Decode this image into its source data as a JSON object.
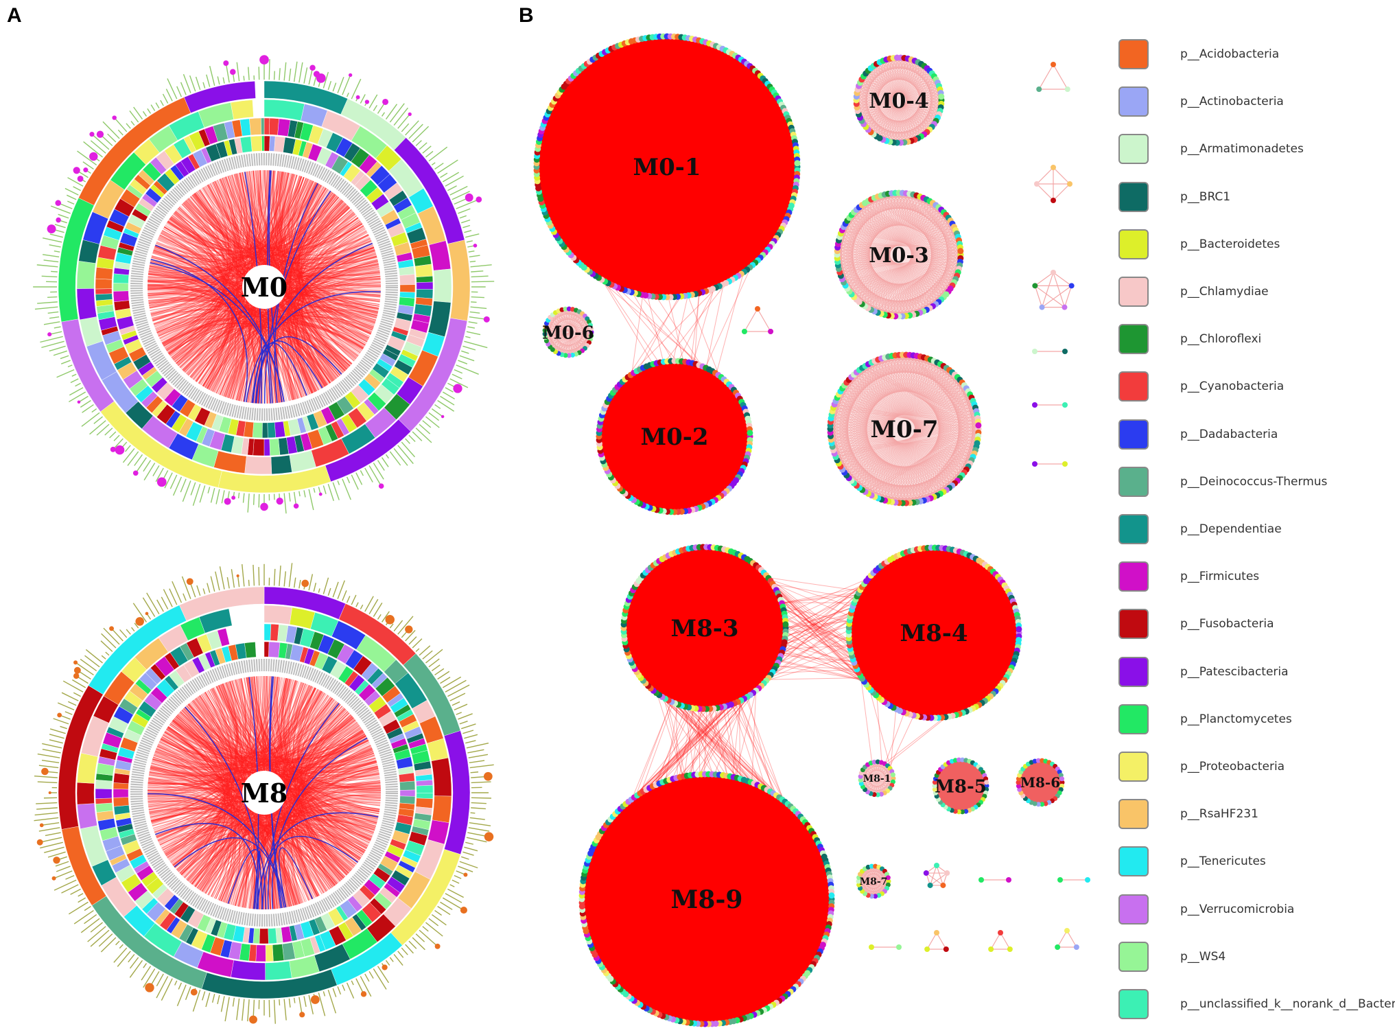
{
  "panels": {
    "a": "A",
    "b": "B"
  },
  "circos": [
    {
      "label": "M0",
      "highlight": "#e020e0"
    },
    {
      "label": "M8",
      "highlight": "#e87020"
    }
  ],
  "modules": {
    "top": [
      {
        "label": "M0-1",
        "style": "dense"
      },
      {
        "label": "M0-2",
        "style": "dense"
      },
      {
        "label": "M0-3",
        "style": "light"
      },
      {
        "label": "M0-4",
        "style": "light"
      },
      {
        "label": "M0-6",
        "style": "light"
      },
      {
        "label": "M0-7",
        "style": "light"
      }
    ],
    "bottom": [
      {
        "label": "M8-3",
        "style": "dense"
      },
      {
        "label": "M8-4",
        "style": "dense"
      },
      {
        "label": "M8-9",
        "style": "dense"
      },
      {
        "label": "M8-5",
        "style": "medium"
      },
      {
        "label": "M8-6",
        "style": "medium"
      },
      {
        "label": "M8-1",
        "style": "light"
      },
      {
        "label": "M8-7",
        "style": "light"
      }
    ]
  },
  "legend": [
    {
      "label": "p__Acidobacteria",
      "color": "#f26522"
    },
    {
      "label": "p__Actinobacteria",
      "color": "#9aa6f5"
    },
    {
      "label": "p__Armatimonadetes",
      "color": "#ccf5cc"
    },
    {
      "label": "p__BRC1",
      "color": "#0e6b64"
    },
    {
      "label": "p__Bacteroidetes",
      "color": "#ddef2a"
    },
    {
      "label": "p__Chlamydiae",
      "color": "#f7c8c8"
    },
    {
      "label": "p__Chloroflexi",
      "color": "#1e9632"
    },
    {
      "label": "p__Cyanobacteria",
      "color": "#f23c3c"
    },
    {
      "label": "p__Dadabacteria",
      "color": "#2b3cf0"
    },
    {
      "label": "p__Deinococcus-Thermus",
      "color": "#5ab08c"
    },
    {
      "label": "p__Dependentiae",
      "color": "#12948c"
    },
    {
      "label": "p__Firmicutes",
      "color": "#d010c8"
    },
    {
      "label": "p__Fusobacteria",
      "color": "#c00a10"
    },
    {
      "label": "p__Patescibacteria",
      "color": "#8a10e8"
    },
    {
      "label": "p__Planctomycetes",
      "color": "#22e864"
    },
    {
      "label": "p__Proteobacteria",
      "color": "#f4f066"
    },
    {
      "label": "p__RsaHF231",
      "color": "#f9c468"
    },
    {
      "label": "p__Tenericutes",
      "color": "#22eaf0"
    },
    {
      "label": "p__Verrucomicrobia",
      "color": "#c870ef"
    },
    {
      "label": "p__WS4",
      "color": "#96f596"
    },
    {
      "label": "p__unclassified_k__norank_d__Bacteria",
      "color": "#3cf0b4"
    }
  ]
}
